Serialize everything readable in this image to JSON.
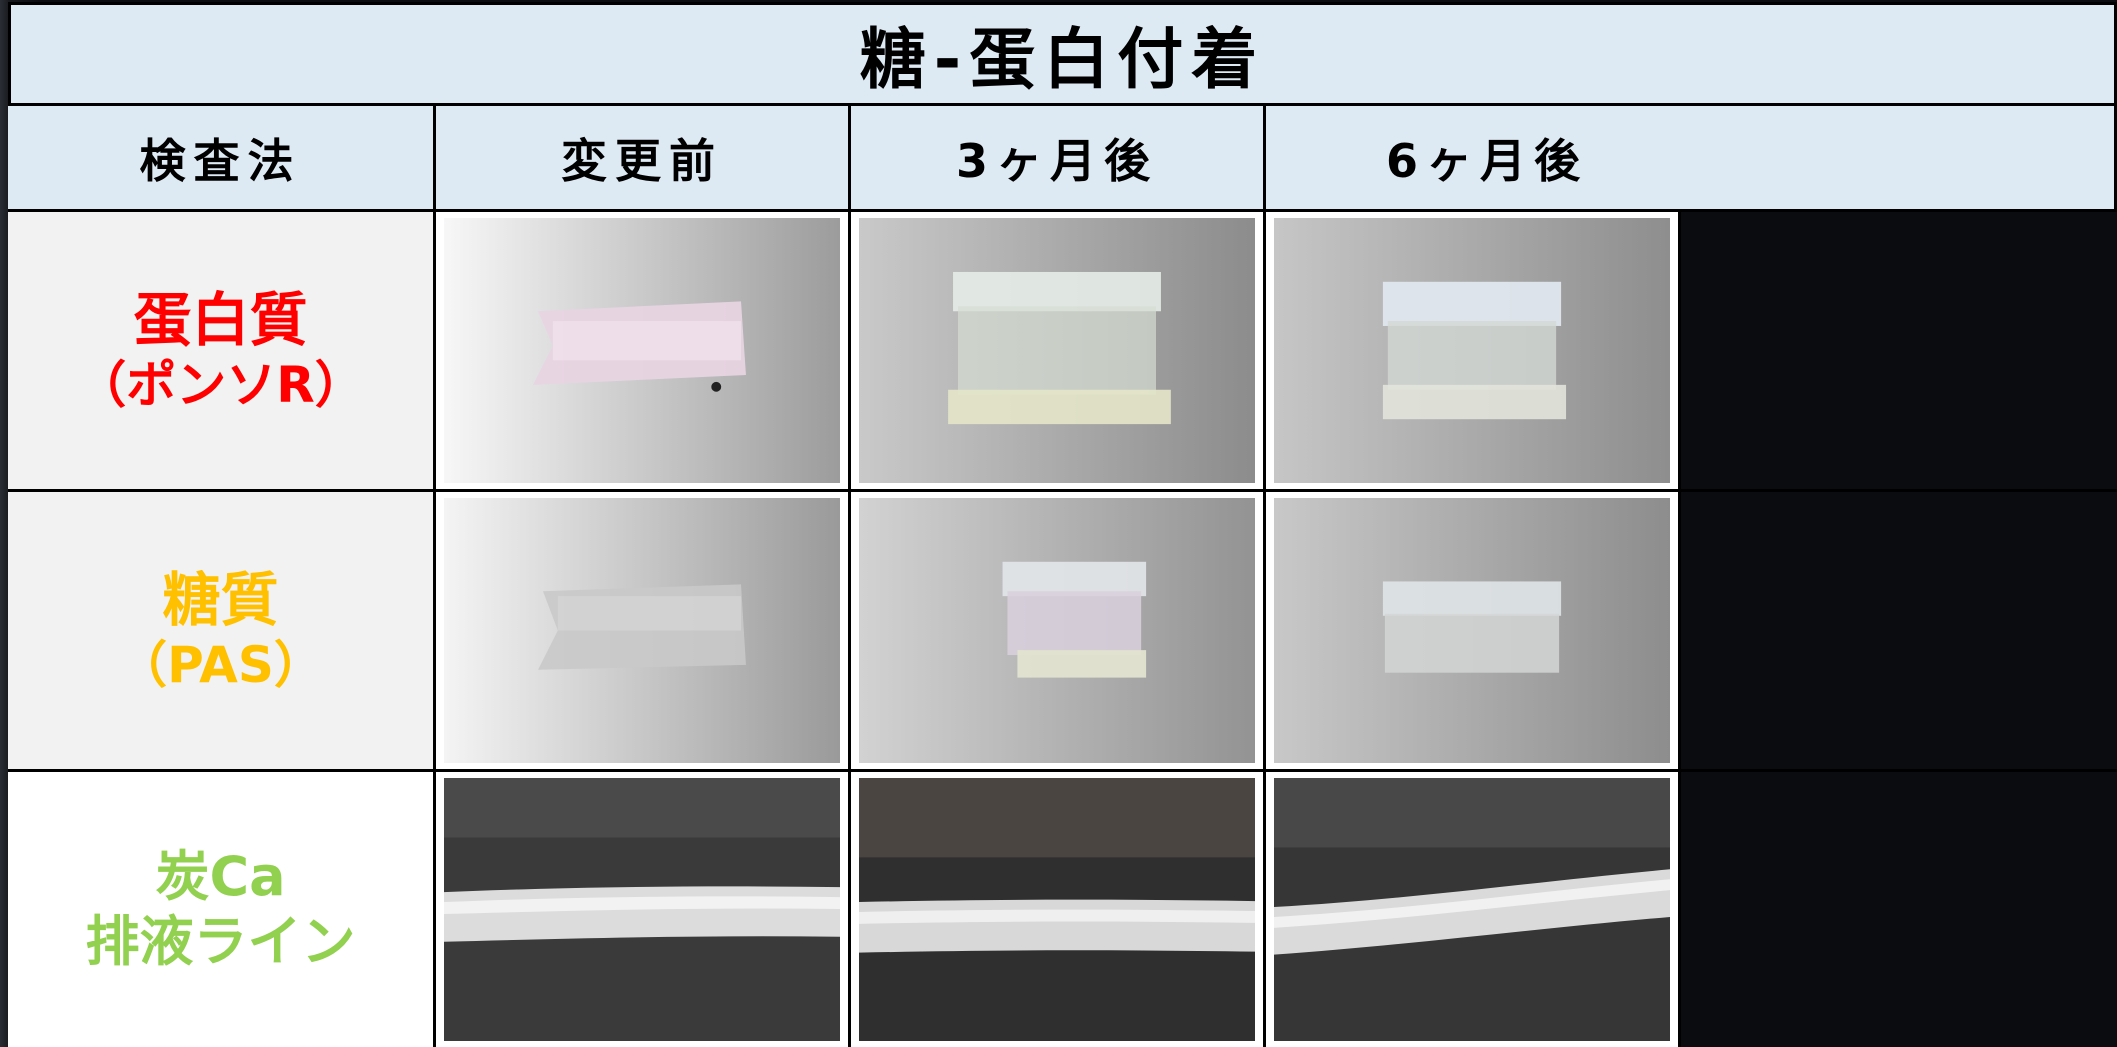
{
  "title": "糖‐蛋白付着",
  "headers": {
    "method": "検査法",
    "before": "変更前",
    "after3": "3ヶ月後",
    "after6": "6ヶ月後"
  },
  "rows": [
    {
      "line1": "蛋白質",
      "line2": "（ポンソR）",
      "color": "#ff0000"
    },
    {
      "line1": "糖質",
      "line2": "（PAS）",
      "color": "#ffc000"
    },
    {
      "line1": "炭Ca",
      "line2": "排液ライン",
      "color": "#92d050"
    }
  ]
}
